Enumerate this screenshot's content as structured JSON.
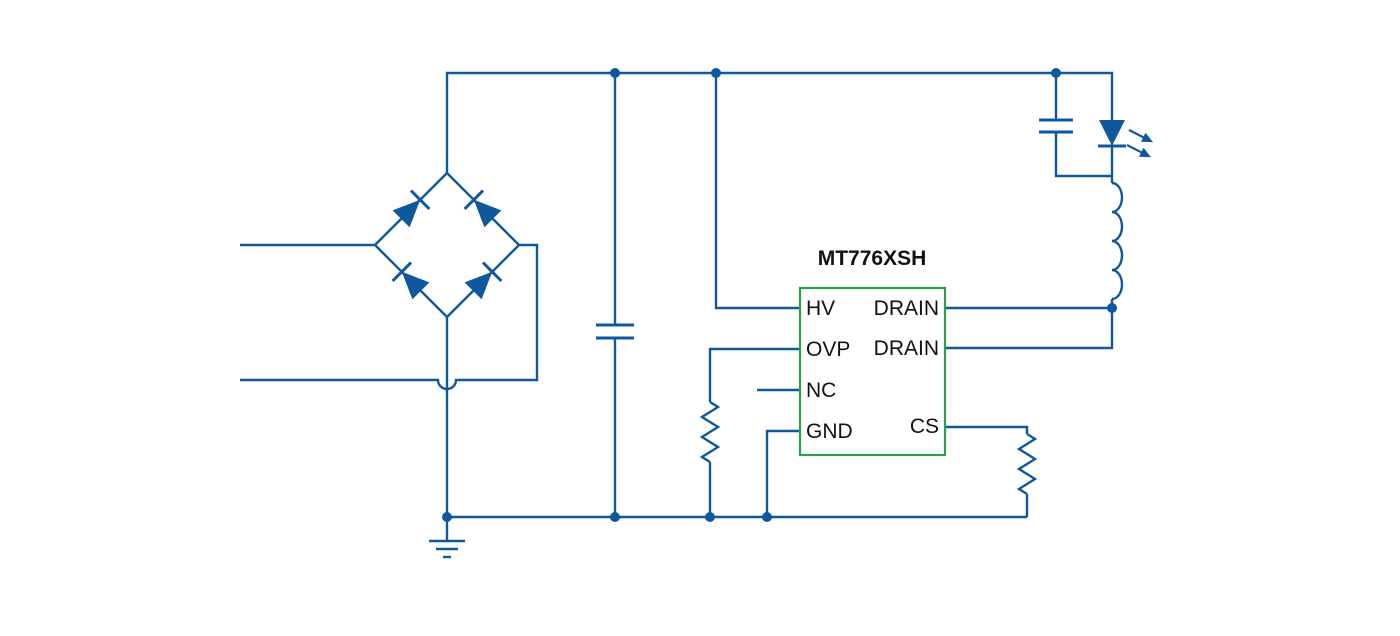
{
  "ic": {
    "part_number": "MT776XSH",
    "pins_left": [
      "HV",
      "OVP",
      "NC",
      "GND"
    ],
    "pins_right": [
      "DRAIN",
      "DRAIN",
      "CS"
    ]
  },
  "colors": {
    "wire": "#10589E",
    "ic_outline": "#2E9E4E",
    "label": "#111111",
    "background": "#FFFFFF"
  }
}
